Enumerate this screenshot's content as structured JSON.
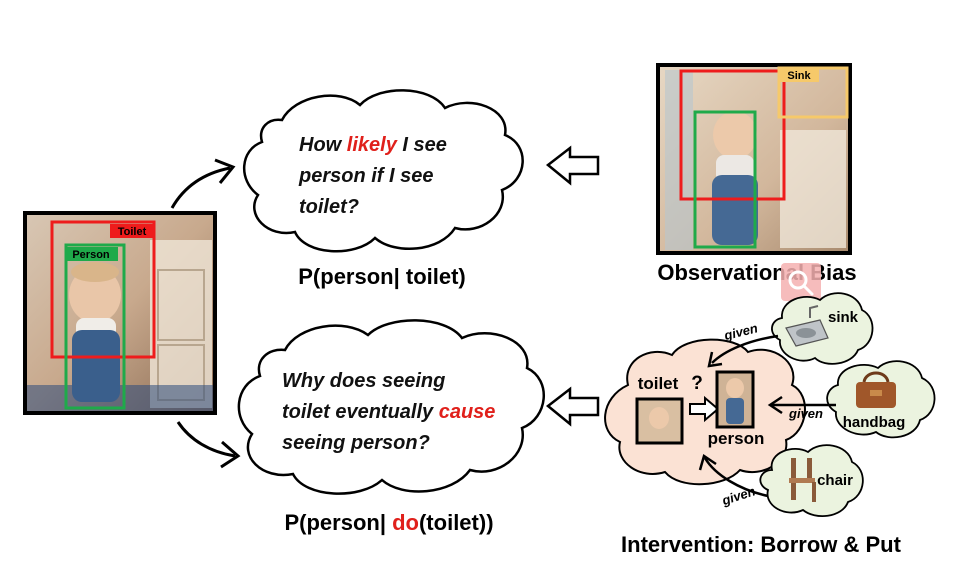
{
  "left_photo": {
    "toilet_label": "Toilet",
    "person_label": "Person"
  },
  "right_photo": {
    "sink_label": "Sink"
  },
  "top_cloud": {
    "line1_pre": "How ",
    "line1_red": "likely",
    "line1_post": " I see",
    "line2": "person if I see",
    "line3": "toilet?"
  },
  "top_formula": "P(person| toilet)",
  "bottom_cloud": {
    "line1": "Why does seeing",
    "line2_pre": "toilet eventually ",
    "line2_red": "cause",
    "line3": "seeing person?"
  },
  "bottom_formula": {
    "pre": "P(person| ",
    "red": "do",
    "post": "(toilet))"
  },
  "observational_bias": "Observational Bias",
  "intervention": {
    "title": "Intervention: Borrow & Put",
    "toilet_label": "toilet",
    "question_mark": "?",
    "person_label": "person",
    "objects": [
      {
        "label": "sink",
        "edge_label": "given"
      },
      {
        "label": "handbag",
        "edge_label": "given"
      },
      {
        "label": "chair",
        "edge_label": "given"
      }
    ]
  },
  "colors": {
    "red_box": "#ee1c1c",
    "green_box": "#1faa4a",
    "yellow_box": "#f6c96a",
    "highlight_red": "#e0201b",
    "peach_cloud": "#fbe2d4",
    "green_cloud": "#ebf3df",
    "search_badge": "#f4b0b0"
  },
  "icons": [
    "search-icon",
    "sink-icon",
    "handbag-icon",
    "chair-icon"
  ]
}
